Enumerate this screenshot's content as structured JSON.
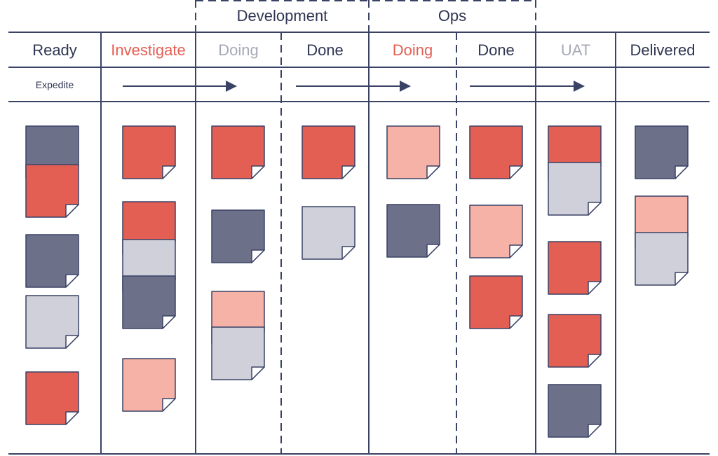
{
  "colors": {
    "line": "#3a4266",
    "red": "#e45f53",
    "pink": "#f6b2a6",
    "navy": "#6d7089",
    "gray": "#cfd0da",
    "text_dark": "#2f3552",
    "text_red": "#e45f53",
    "text_gray": "#a6a9b6"
  },
  "groups": [
    {
      "label": "Development"
    },
    {
      "label": "Ops"
    }
  ],
  "columns": [
    {
      "label": "Ready",
      "color": "text_dark"
    },
    {
      "label": "Investigate",
      "color": "text_red"
    },
    {
      "label": "Doing",
      "color": "text_gray"
    },
    {
      "label": "Done",
      "color": "text_dark"
    },
    {
      "label": "Doing",
      "color": "text_red"
    },
    {
      "label": "Done",
      "color": "text_dark"
    },
    {
      "label": "UAT",
      "color": "text_gray"
    },
    {
      "label": "Delivered",
      "color": "text_dark"
    }
  ],
  "swimlane": {
    "label": "Expedite"
  },
  "cards": [
    [
      "navy",
      "red",
      "navy",
      "gray",
      "red"
    ],
    [
      "red",
      "red",
      "gray",
      "navy",
      "pink"
    ],
    [
      "red",
      "navy",
      "pink",
      "gray"
    ],
    [
      "red",
      "gray"
    ],
    [
      "pink",
      "navy"
    ],
    [
      "red",
      "pink",
      "red"
    ],
    [
      "red",
      "gray",
      "red",
      "red",
      "navy"
    ],
    [
      "navy",
      "pink",
      "gray"
    ]
  ]
}
